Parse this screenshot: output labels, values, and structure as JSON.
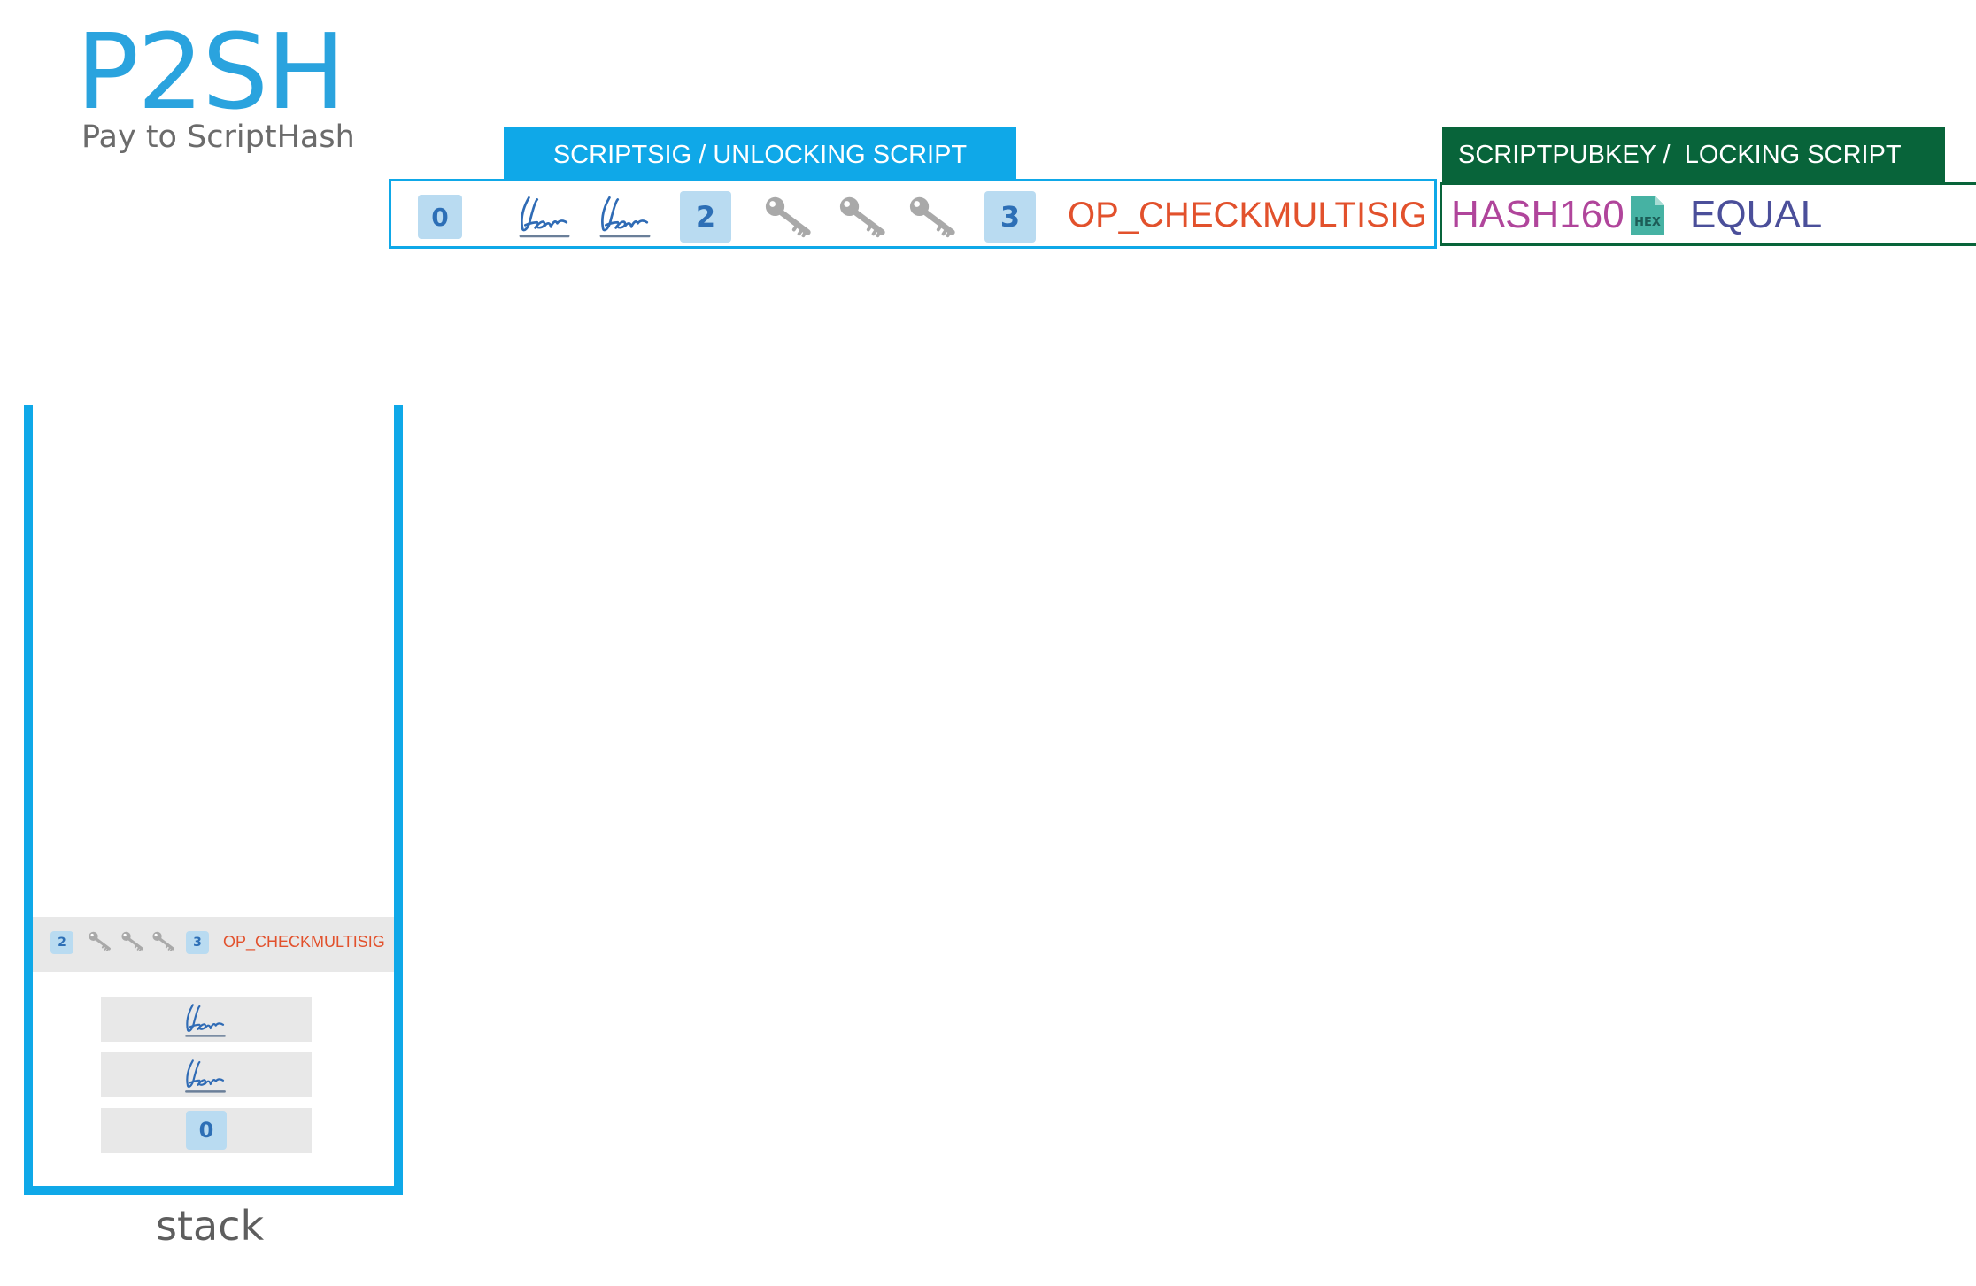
{
  "title": "P2SH",
  "subtitle": "Pay to ScriptHash",
  "scriptsig": {
    "header": "SCRIPTSIG / UNLOCKING SCRIPT",
    "items": [
      {
        "type": "number",
        "value": "0"
      },
      {
        "type": "signature-icon"
      },
      {
        "type": "signature-icon"
      },
      {
        "type": "number",
        "value": "2"
      },
      {
        "type": "key-icon"
      },
      {
        "type": "key-icon"
      },
      {
        "type": "key-icon"
      },
      {
        "type": "number",
        "value": "3"
      },
      {
        "type": "opcode",
        "value": "OP_CHECKMULTISIG"
      }
    ]
  },
  "scriptpubkey": {
    "header": "SCRIPTPUBKEY /  LOCKING SCRIPT",
    "op_hash": "HASH160",
    "hex_icon_label": "HEX",
    "op_equal": "EQUAL"
  },
  "stack": {
    "label": "stack",
    "top_item": {
      "n": "2",
      "m": "3",
      "opcode": "OP_CHECKMULTISIG"
    },
    "items": [
      {
        "type": "signature-icon"
      },
      {
        "type": "signature-icon"
      },
      {
        "type": "number",
        "value": "0"
      }
    ]
  },
  "colors": {
    "blue": "#0fa8e8",
    "title_blue": "#2aa3de",
    "green": "#08643a",
    "opcode_red": "#e2512c",
    "hash_purple": "#b0459b",
    "equal_indigo": "#4b4f9a",
    "badge_bg": "#b9dbf1",
    "badge_text": "#2d6fb6"
  }
}
